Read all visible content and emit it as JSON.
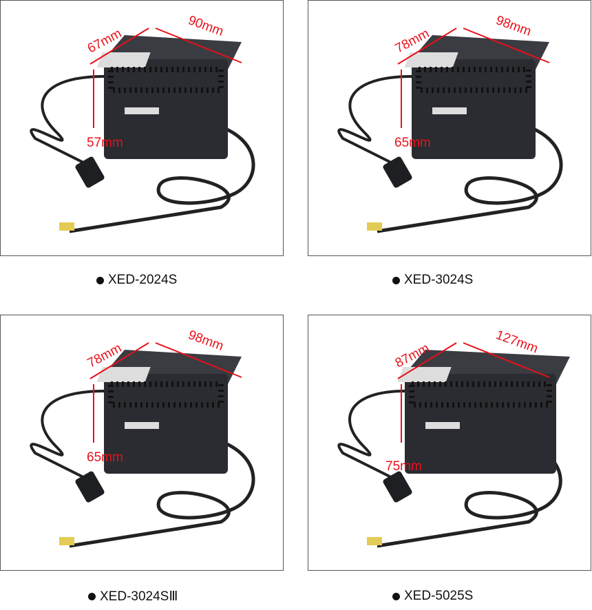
{
  "products": [
    {
      "model": "XED-2024S",
      "depth": "67mm",
      "width": "90mm",
      "height": "57mm"
    },
    {
      "model": "XED-3024S",
      "depth": "78mm",
      "width": "98mm",
      "height": "65mm"
    },
    {
      "model": "XED-3024SⅢ",
      "depth": "78mm",
      "width": "98mm",
      "height": "65mm"
    },
    {
      "model": "XED-5025S",
      "depth": "87mm",
      "width": "127mm",
      "height": "75mm"
    }
  ],
  "colors": {
    "dimension": "#e8101a",
    "body": "#2a2c31"
  }
}
